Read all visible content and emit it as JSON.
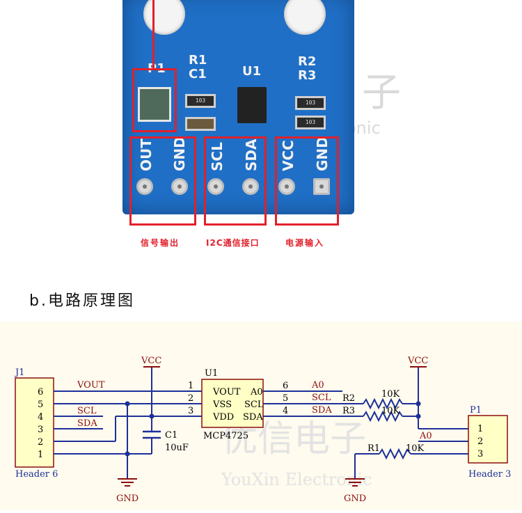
{
  "photo": {
    "silkscreen": {
      "p1": "P1",
      "r1": "R1",
      "c1": "C1",
      "u1": "U1",
      "r2": "R2",
      "r3": "R3",
      "res_code": "103"
    },
    "pins": [
      "OUT",
      "GND",
      "SCL",
      "SDA",
      "VCC",
      "GND"
    ],
    "captions": {
      "signal_out": "信号输出",
      "i2c": "I2C通信接口",
      "power": "电源输入"
    },
    "watermark": {
      "brand_cn": "子",
      "brand_en": "onic"
    }
  },
  "section_title": "b.电路原理图",
  "schematic": {
    "watermark": {
      "cn": "优信电子",
      "en": "YouXin Electronic"
    },
    "j1": {
      "ref": "J1",
      "name": "Header 6",
      "pins": [
        "6",
        "5",
        "4",
        "3",
        "2",
        "1"
      ]
    },
    "nets": {
      "vout": "VOUT",
      "scl": "SCL",
      "sda": "SDA",
      "a0": "A0"
    },
    "vcc1": "VCC",
    "vcc2": "VCC",
    "gnd1": "GND",
    "gnd2": "GND",
    "c1": {
      "ref": "C1",
      "value": "10uF"
    },
    "u1": {
      "ref": "U1",
      "name": "MCP4725",
      "left_pins": [
        "1",
        "2",
        "3"
      ],
      "right_pins": [
        "6",
        "5",
        "4"
      ],
      "left_labels": [
        "VOUT",
        "VSS",
        "VDD"
      ],
      "right_labels": [
        "A0",
        "SCL",
        "SDA"
      ]
    },
    "r1": {
      "ref": "R1",
      "value": "10K"
    },
    "r2": {
      "ref": "R2",
      "value": "10K"
    },
    "r3": {
      "ref": "R3",
      "value": "10K"
    },
    "p1": {
      "ref": "P1",
      "name": "Header 3",
      "pins": [
        "1",
        "2",
        "3"
      ]
    }
  },
  "colors": {
    "board": "#1f6fc6",
    "annotation_red": "#e2202b",
    "wire_blue": "#1c2f9a",
    "net_red": "#8b0d0d",
    "schematic_bg": "#fffbee",
    "component_fill": "#ffffc6"
  }
}
